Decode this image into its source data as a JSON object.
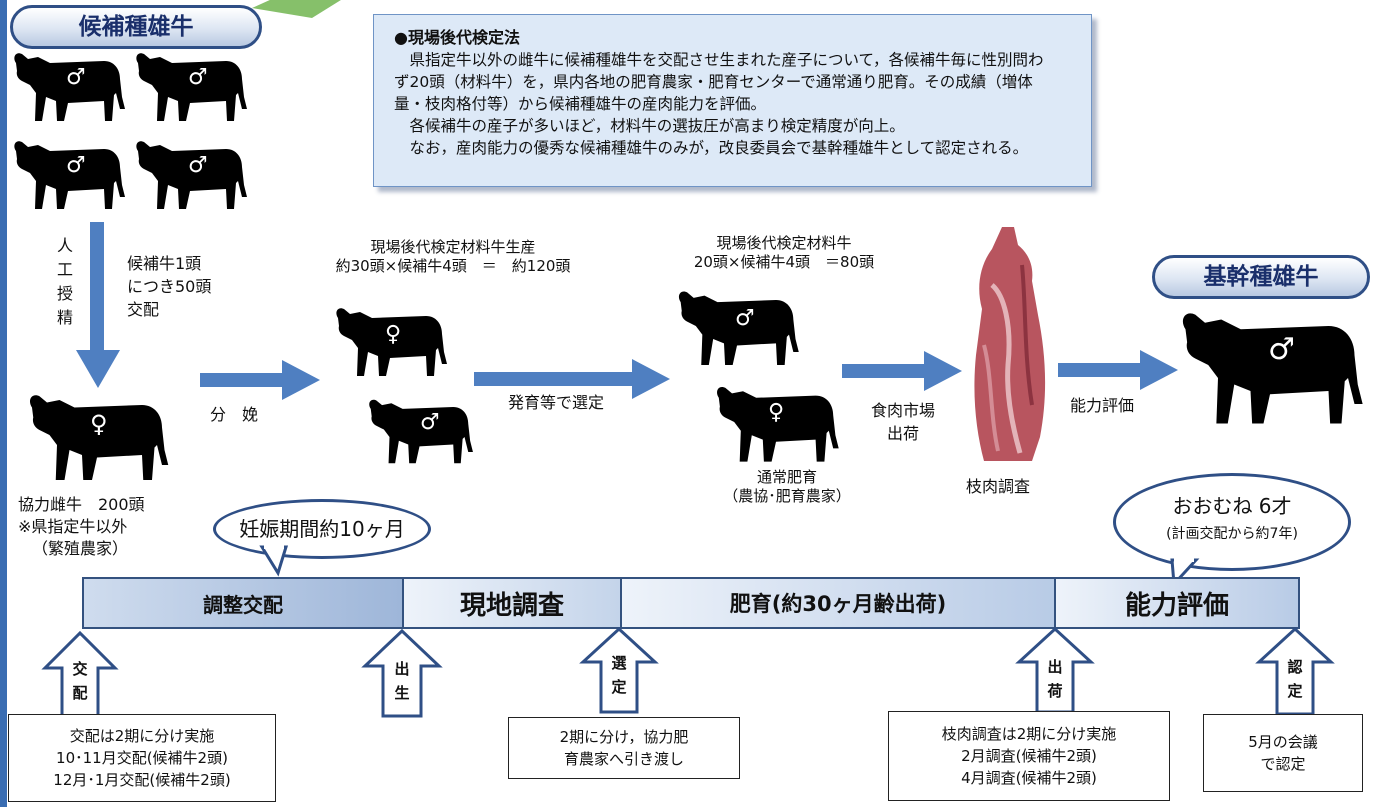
{
  "candidate_title": "候補種雄牛",
  "result_title": "基幹種雄牛",
  "info": {
    "title": "●現場後代検定法",
    "lines": [
      "　県指定牛以外の雌牛に候補種雄牛を交配させ生まれた産子について，各候補牛毎に性別問わ",
      "ず20頭（材料牛）を，県内各地の肥育農家・肥育センターで通常通り肥育。その成績（増体",
      "量・枝肉格付等）から候補種雄牛の産肉能力を評価。",
      "　各候補牛の産子が多いほど，材料牛の選抜圧が高まり検定精度が向上。",
      "　なお，産肉能力の優秀な候補種雄牛のみが，改良委員会で基幹種雄牛として認定される。"
    ]
  },
  "symbols": {
    "male": "♂",
    "female": "♀"
  },
  "flow": {
    "ai_chars": [
      "人",
      "工",
      "授",
      "精"
    ],
    "ai_note": [
      "候補牛1頭",
      "につき50頭",
      "交配"
    ],
    "coop_cow": [
      "協力雌牛　200頭",
      "※県指定牛以外",
      "（繁殖農家）"
    ],
    "birth": "分　娩",
    "production": [
      "現場後代検定材料牛生産",
      "約30頭×候補牛4頭　＝　約120頭"
    ],
    "selection": "発育等で選定",
    "material": [
      "現場後代検定材料牛",
      "20頭×候補牛4頭　＝80頭"
    ],
    "fattening": [
      "通常肥育",
      "（農協･肥育農家）"
    ],
    "market": [
      "食肉市場",
      "出荷"
    ],
    "carcass": "枝肉調査",
    "evaluation": "能力評価"
  },
  "bubbles": {
    "gestation": "妊娠期間約10ヶ月",
    "age_main": "おおむね 6才",
    "age_sub": "(計画交配から約7年)"
  },
  "timeline": [
    {
      "label": "調整交配"
    },
    {
      "label": "現地調査"
    },
    {
      "label": "肥育(約30ヶ月齢出荷)"
    },
    {
      "label": "能力評価"
    }
  ],
  "markers": [
    {
      "chars": [
        "交",
        "配"
      ]
    },
    {
      "chars": [
        "出",
        "生"
      ]
    },
    {
      "chars": [
        "選",
        "定"
      ]
    },
    {
      "chars": [
        "出",
        "荷"
      ]
    },
    {
      "chars": [
        "認",
        "定"
      ]
    }
  ],
  "notes": {
    "mating": [
      "交配は2期に分け実施",
      "10･11月交配(候補牛2頭)",
      "12月･1月交配(候補牛2頭)"
    ],
    "handover": [
      "2期に分け，協力肥",
      "育農家へ引き渡し"
    ],
    "carcass": [
      "枝肉調査は2期に分け実施",
      "2月調査(候補牛2頭)",
      "4月調査(候補牛2頭)"
    ],
    "certify": [
      "5月の会議",
      "で認定"
    ]
  },
  "colors": {
    "arrow": "#4f7fc1",
    "navy": "#2f4f86",
    "meat": "#b8555f"
  }
}
